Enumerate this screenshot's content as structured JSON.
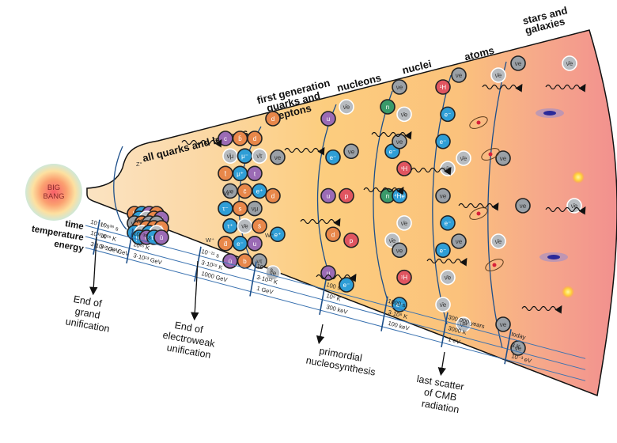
{
  "title": "History of the Universe",
  "big_bang_label": [
    "BIG",
    "BANG"
  ],
  "row_labels": [
    "time",
    "temperature",
    "energy"
  ],
  "eras": [
    {
      "name": "all quarks and leptons",
      "lines": [
        "all quarks and leptons"
      ]
    },
    {
      "name": "first generation quarks and leptons",
      "lines": [
        "first generation",
        "quarks and",
        "leptons"
      ]
    },
    {
      "name": "nucleons",
      "lines": [
        "nucleons"
      ]
    },
    {
      "name": "nuclei",
      "lines": [
        "nuclei"
      ]
    },
    {
      "name": "atoms",
      "lines": [
        "atoms"
      ]
    },
    {
      "name": "stars and galaxies",
      "lines": [
        "stars and",
        "galaxies"
      ]
    }
  ],
  "timeline_ticks": [
    {
      "time": "10⁻⁴⁴ s",
      "temperature": "10³² K",
      "energy": "3·10¹⁹ GeV"
    },
    {
      "time": "10⁻³⁸ s",
      "temperature": "10²⁸ K",
      "energy": "3·10¹⁵ GeV"
    },
    {
      "time": "10⁻³² s",
      "temperature": "10²⁶ K",
      "energy": "3·10¹³ GeV"
    },
    {
      "time": "10⁻¹¹ s",
      "temperature": "3·10¹⁵ K",
      "energy": "1000 GeV"
    },
    {
      "time": "10⁻⁵ s",
      "temperature": "3·10¹² K",
      "energy": "1 GeV"
    },
    {
      "time": "100 s",
      "temperature": "10⁹ K",
      "energy": "300 keV"
    },
    {
      "time": "1000 s",
      "temperature": "3·10⁸ K",
      "energy": "100 keV"
    },
    {
      "time": "300 000 years",
      "temperature": "3000 K",
      "energy": "1 eV"
    },
    {
      "time": "today",
      "temperature": "3 K",
      "energy": "10⁻³ eV"
    }
  ],
  "events": [
    {
      "name": "end-of-grand-unification",
      "lines": [
        "End of",
        "grand",
        "unification"
      ]
    },
    {
      "name": "end-of-electroweak-unification",
      "lines": [
        "End of",
        "electroweak",
        "unification"
      ]
    },
    {
      "name": "primordial-nucleosynthesis",
      "lines": [
        "primordial",
        "nucleosynthesis"
      ]
    },
    {
      "name": "last-scatter-of-cmb",
      "lines": [
        "last scatter",
        "of CMB",
        "radiation"
      ]
    }
  ],
  "particle_colors": {
    "quark_purple": "#9b6bb5",
    "quark_orange": "#e8874a",
    "antiquark_light": "#e8a0c8",
    "lepton_blue": "#2f9ed6",
    "neutrino_gray": "#9aa0a6",
    "proton_red": "#e05560",
    "neutron_green": "#3a9a6a"
  },
  "particles": {
    "era1": [
      "b̄",
      "e⁻",
      "t",
      "c̄",
      "τ⁻",
      "ν̄e",
      "d",
      "u",
      "νμ",
      "t̄",
      "νe",
      "ντ",
      "b",
      "d̄",
      "s",
      "s̄",
      "μ⁺",
      "ν̄τ",
      "e⁺",
      "ν̄μ",
      "μ⁻",
      "c",
      "τ⁺",
      "ū"
    ],
    "era1b": [
      "c",
      "b̄",
      "d",
      "ν̄μ",
      "μ⁻",
      "ν̄τ",
      "t̄",
      "μ⁺",
      "t",
      "νe",
      "c̄",
      "e⁺",
      "τ⁻",
      "s",
      "νμ",
      "τ⁺",
      "ν̄e",
      "s̄",
      "d̄",
      "e⁻",
      "u",
      "ū",
      "b",
      "ντ"
    ],
    "era2": [
      "d",
      "u",
      "νe",
      "e⁻",
      "d",
      "u",
      "e⁺",
      "d",
      "ν̄e",
      "u"
    ],
    "era3": [
      "ν̄e",
      "n",
      "νe",
      "e⁻",
      "p",
      "n",
      "p",
      "ν̄e",
      "e⁻"
    ],
    "era4": [
      "νe",
      "¹H",
      "ν̄e",
      "e⁻",
      "νe",
      "e⁻",
      "¹H",
      "ν̄e",
      "⁴He",
      "νe",
      "ν̄e",
      "e⁻",
      "νe",
      "e⁻",
      "¹H",
      "ν̄e",
      "e⁻",
      "ν̄e"
    ],
    "era5": [
      "νe",
      "ν̄e",
      "ν̄e",
      "νe",
      "νe",
      "ν̄e",
      "ν̄e",
      "νe"
    ],
    "era6": [
      "νe",
      "ν̄e",
      "νe",
      "ν̄e",
      "νe"
    ]
  },
  "boson_labels": [
    "Z°",
    "W⁻",
    "W⁺",
    "Z°",
    "W⁻",
    "W⁺"
  ]
}
